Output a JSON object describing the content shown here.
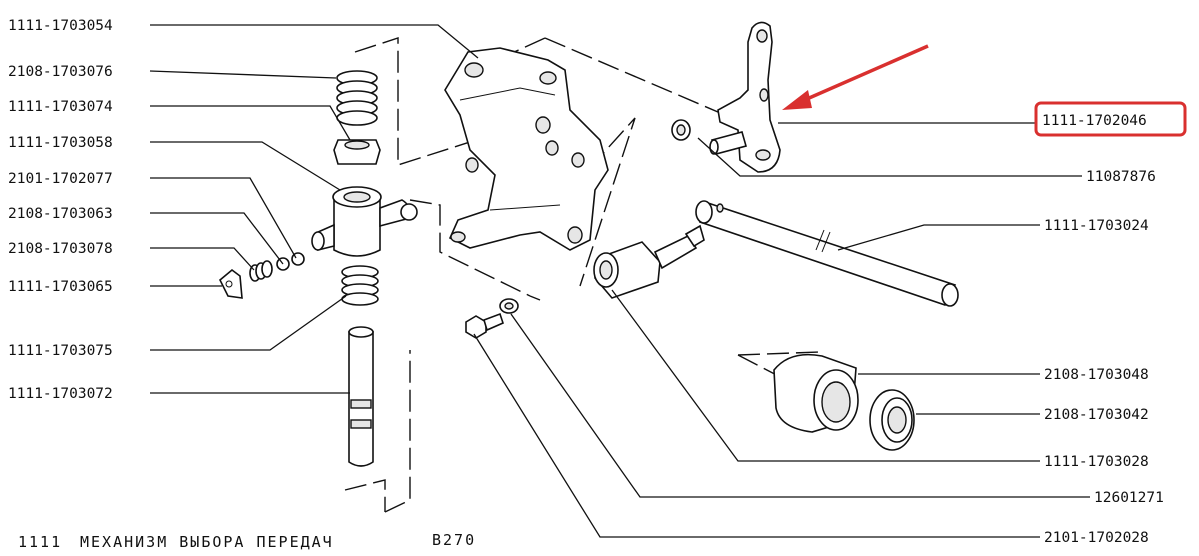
{
  "part_labels": {
    "p1703054": "1111-1703054",
    "p1703076": "2108-1703076",
    "p1703074": "1111-1703074",
    "p1703058": "1111-1703058",
    "p1702077": "2101-1702077",
    "p1703063": "2108-1703063",
    "p1703078": "2108-1703078",
    "p1703065": "1111-1703065",
    "p1703075": "1111-1703075",
    "p1703072": "1111-1703072",
    "p1702046": "1111-1702046",
    "p11087876": "11087876",
    "p1703024": "1111-1703024",
    "p1703048": "2108-1703048",
    "p1703042": "2108-1703042",
    "p1703028": "1111-1703028",
    "p12601271": "12601271",
    "p1702028": "2101-1702028"
  },
  "caption": {
    "model": "1111",
    "title": "МЕХАНИЗМ ВЫБОРА ПЕРЕДАЧ",
    "code": "B270"
  },
  "colors": {
    "highlight": "#d9302f",
    "ink": "#111111"
  }
}
